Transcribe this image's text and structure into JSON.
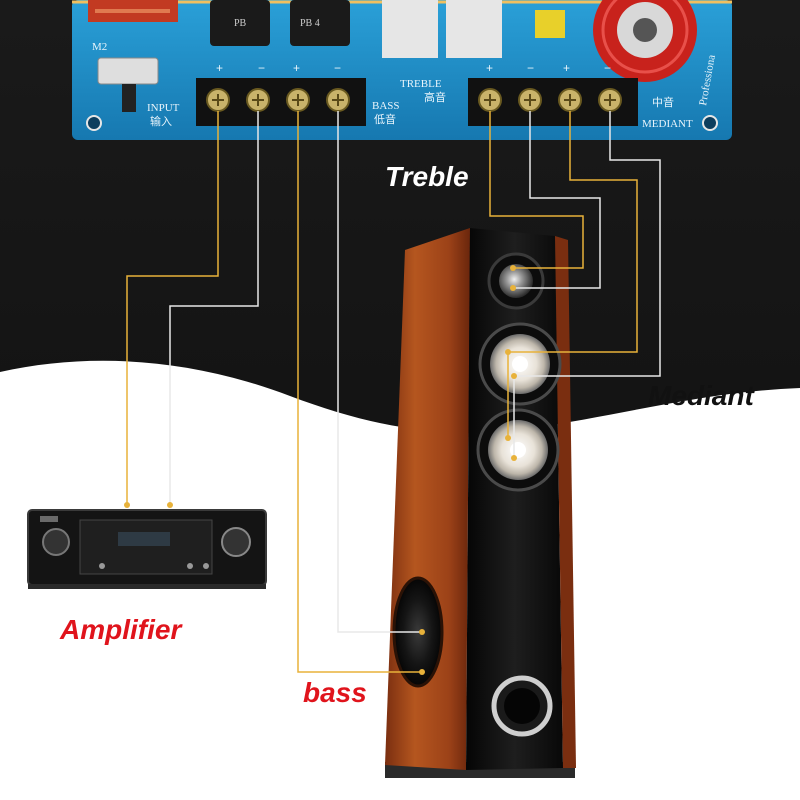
{
  "labels": {
    "treble": "Treble",
    "mediant": "Mediant",
    "amplifier": "Amplifier",
    "bass": "bass"
  },
  "board": {
    "m2": "M2",
    "input_en": "INPUT",
    "input_cn": "输入",
    "bass_en": "BASS",
    "bass_cn": "低音",
    "treble_en": "TREBLE",
    "treble_cn": "高音",
    "mediant_cn": "中音",
    "mediant_en": "MEDIANT",
    "cap1": "PB",
    "cap2": "PB 4",
    "brand_fragment": "Professiona",
    "polarity": [
      "+",
      "−",
      "+",
      "−",
      "+",
      "−",
      "+",
      "−"
    ]
  },
  "colors": {
    "callout_dark": "#111111",
    "callout_light": "#ffffff",
    "amplifier_text": "#e0141c",
    "bass_text": "#e0141c",
    "wire_gold": "#e8b23a",
    "wire_white": "#e8e8e8",
    "pcb_blue": "#1c8fc9",
    "speaker_wood": "#a0461c"
  }
}
